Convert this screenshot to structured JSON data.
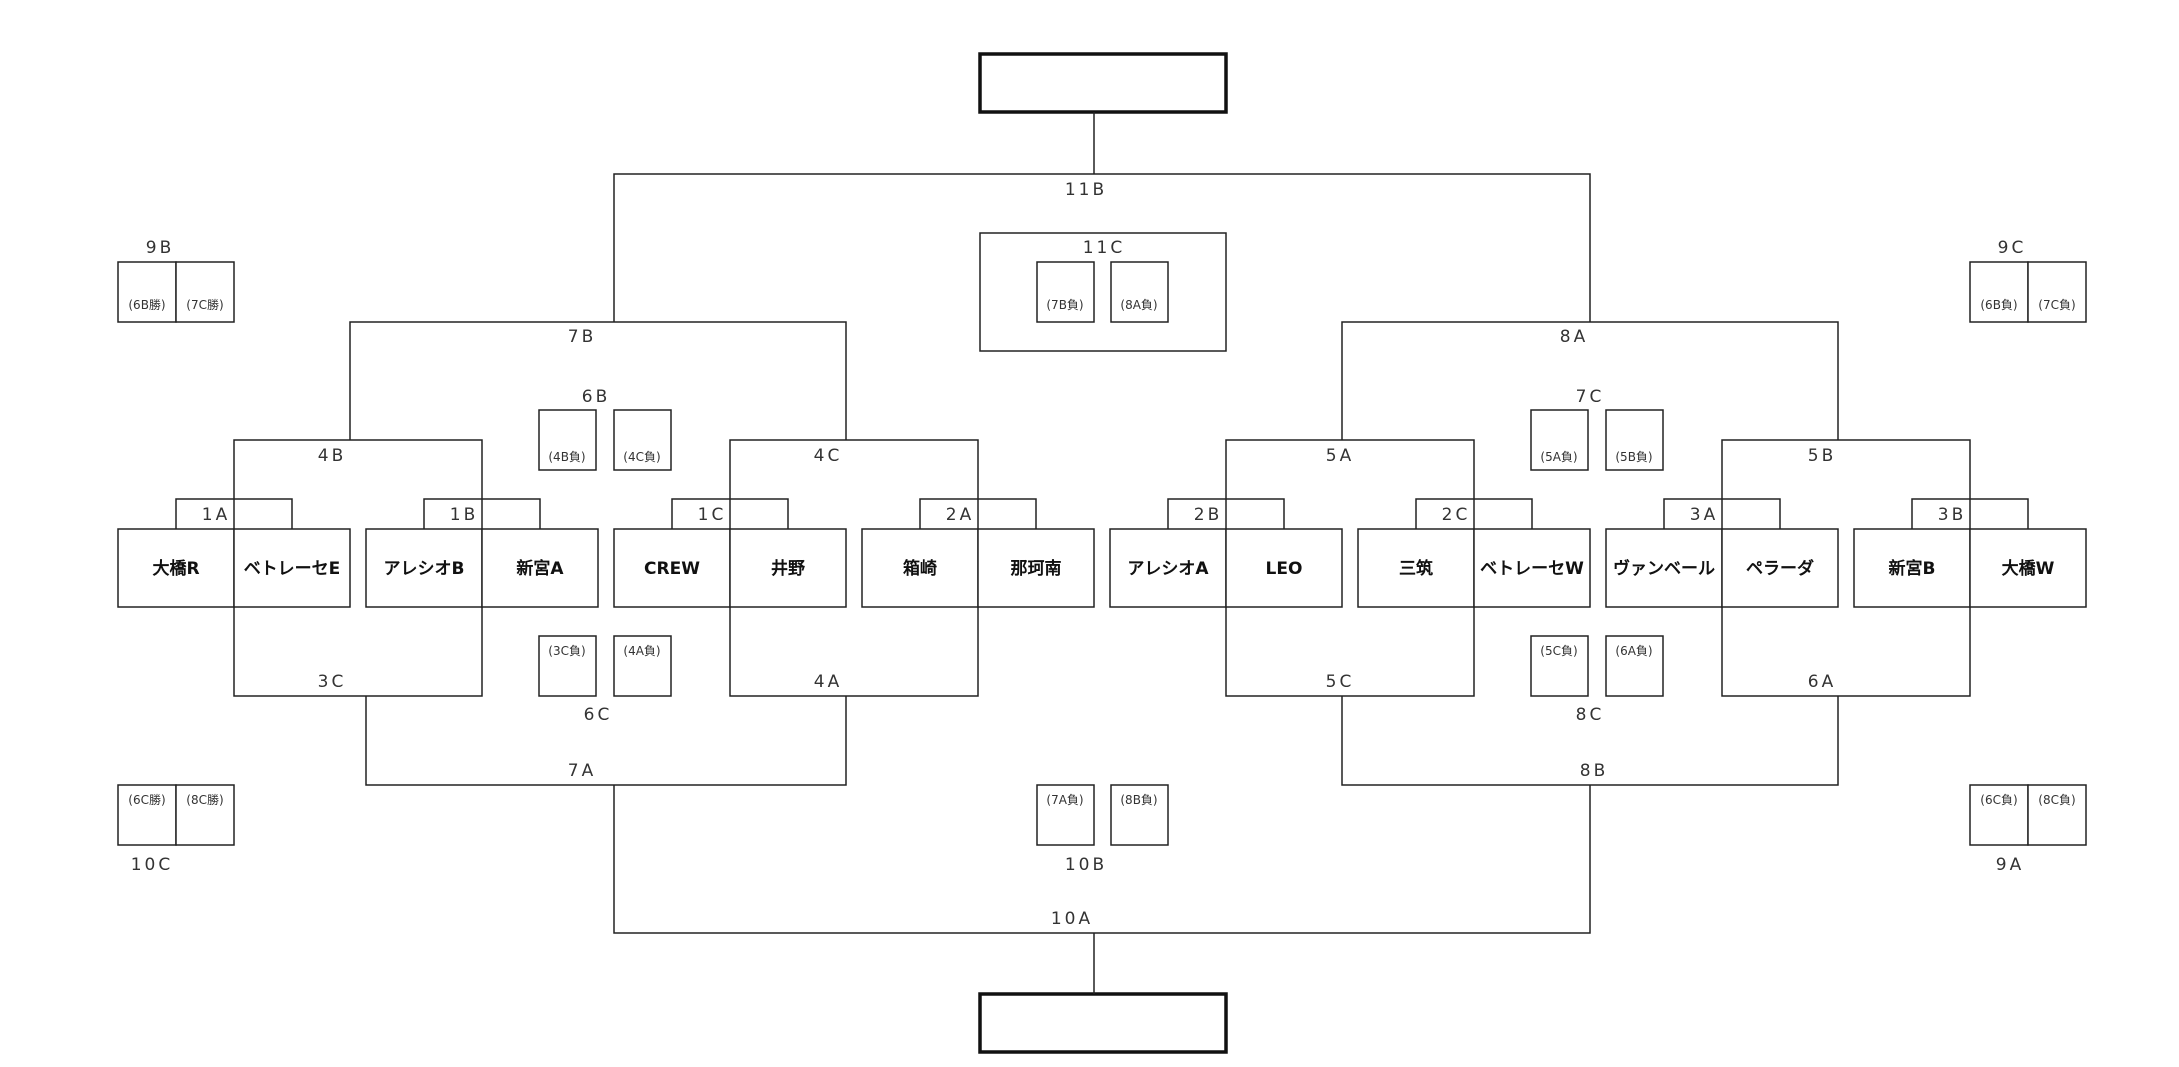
{
  "teams": [
    "大橋R",
    "ベトレーセE",
    "アレシオB",
    "新宮A",
    "CREW",
    "井野",
    "箱崎",
    "那珂南",
    "アレシオA",
    "LEO",
    "三筑",
    "ベトレーセW",
    "ヴァンベール",
    "ペラーダ",
    "新宮B",
    "大橋W"
  ],
  "match_labels": [
    "1A",
    "1B",
    "1C",
    "2A",
    "2B",
    "2C",
    "3A",
    "3B",
    "4B",
    "4C",
    "5A",
    "5B",
    "3C",
    "4A",
    "5C",
    "6A",
    "7B",
    "8A",
    "7A",
    "8B",
    "11B",
    "10A",
    "6B",
    "6C",
    "7C",
    "8C",
    "11C",
    "10B",
    "9B",
    "9C",
    "10C",
    "9A"
  ],
  "slot_labels": {
    "6B": [
      "(4B負)",
      "(4C負)"
    ],
    "6C": [
      "(3C負)",
      "(4A負)"
    ],
    "7C": [
      "(5A負)",
      "(5B負)"
    ],
    "8C": [
      "(5C負)",
      "(6A負)"
    ],
    "11C": [
      "(7B負)",
      "(8A負)"
    ],
    "10B": [
      "(7A負)",
      "(8B負)"
    ],
    "9B": [
      "(6B勝)",
      "(7C勝)"
    ],
    "9C": [
      "(6B負)",
      "(7C負)"
    ],
    "10C": [
      "(6C勝)",
      "(8C勝)"
    ],
    "9A": [
      "(6C負)",
      "(8C負)"
    ]
  },
  "final_boxes": {
    "top": "",
    "bottom": ""
  }
}
